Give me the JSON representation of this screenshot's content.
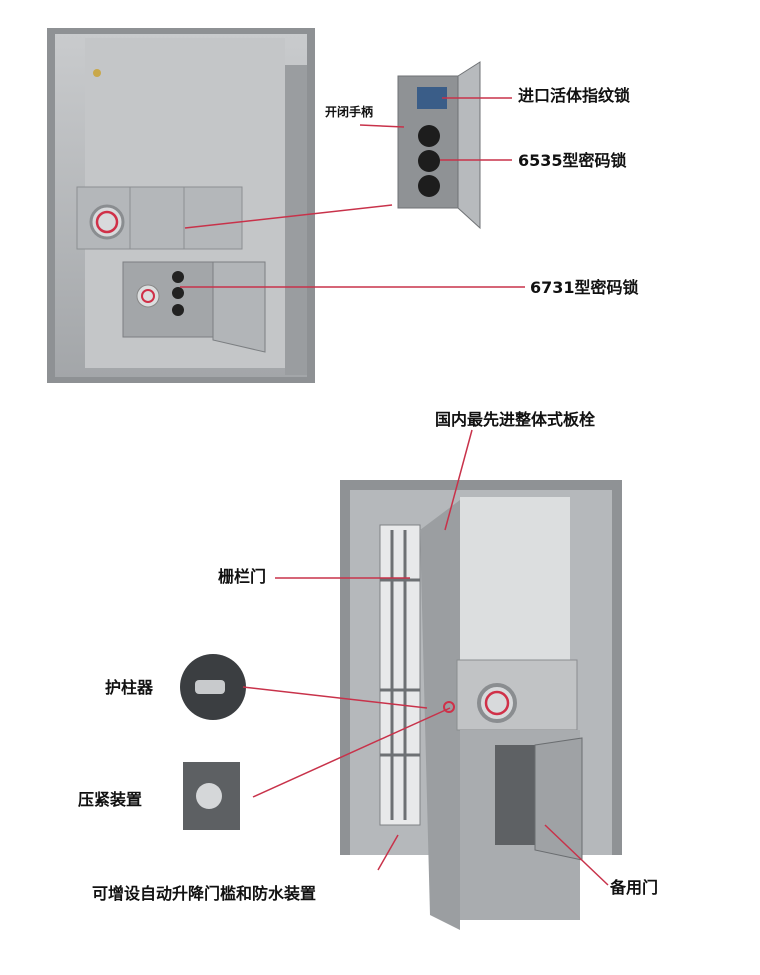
{
  "top_door": {
    "labels": {
      "fingerprint_lock": "进口活体指纹锁",
      "handle": "开闭手柄",
      "lock_6535": "6535型密码锁",
      "lock_6731": "6731型密码锁"
    }
  },
  "bottom_door": {
    "labels": {
      "bolt": "国内最先进整体式板栓",
      "gate_door": "栅栏门",
      "column_guard": "护柱器",
      "compression": "压紧装置",
      "threshold": "可增设自动升降门槛和防水装置",
      "backup_door": "备用门"
    }
  },
  "colors": {
    "leader": "#c8324a",
    "steel": "#b9bcbf",
    "steel_dark": "#8d9094",
    "frame": "#a7a9ab"
  }
}
